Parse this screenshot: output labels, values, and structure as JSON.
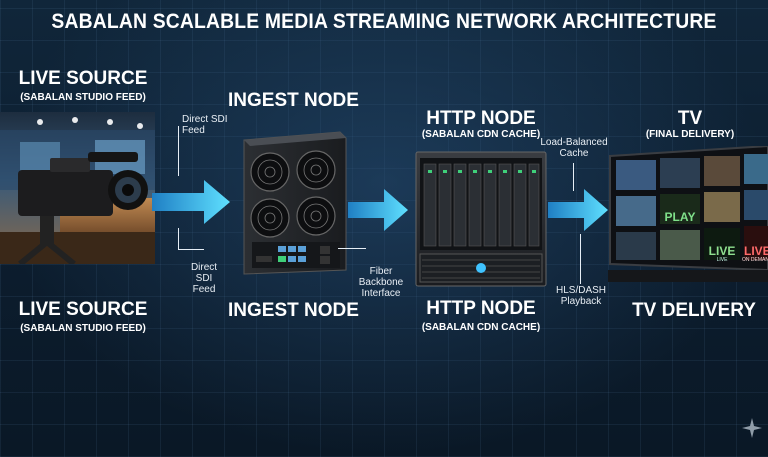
{
  "title": "SABALAN SCALABLE MEDIA STREAMING NETWORK ARCHITECTURE",
  "nodes": {
    "source": {
      "top_title": "LIVE SOURCE",
      "top_sub": "(SABALAN STUDIO FEED)",
      "bottom_title": "LIVE SOURCE",
      "bottom_sub": "(SABALAN STUDIO FEED)"
    },
    "ingest": {
      "top_title": "INGEST NODE",
      "bottom_title": "INGEST NODE"
    },
    "http": {
      "top_title": "HTTP NODE",
      "top_sub": "(SABALAN CDN CACHE)",
      "bottom_title": "HTTP NODE",
      "bottom_sub": "(SABALAN CDN CACHE)"
    },
    "tv": {
      "top_title": "TV",
      "top_sub": "(FINAL DELIVERY)",
      "bottom_title": "TV DELIVERY"
    }
  },
  "annotations": {
    "sdi_top": "Direct SDI\nFeed",
    "sdi_bottom": "Direct\nSDI\nFeed",
    "fiber": "Fiber\nBackbone\nInterface",
    "load_balanced": "Load-Balanced\nCache",
    "hls": "HLS/DASH\nPlayback"
  },
  "tv_screen": {
    "play": "PLAY",
    "live": "LIVE",
    "live_small": "LIVE",
    "on_demand": "ON DEMAND",
    "live_tile_right": "LIVE"
  },
  "colors": {
    "accent": "#3fc3ff",
    "led_green": "#3fd07a"
  }
}
